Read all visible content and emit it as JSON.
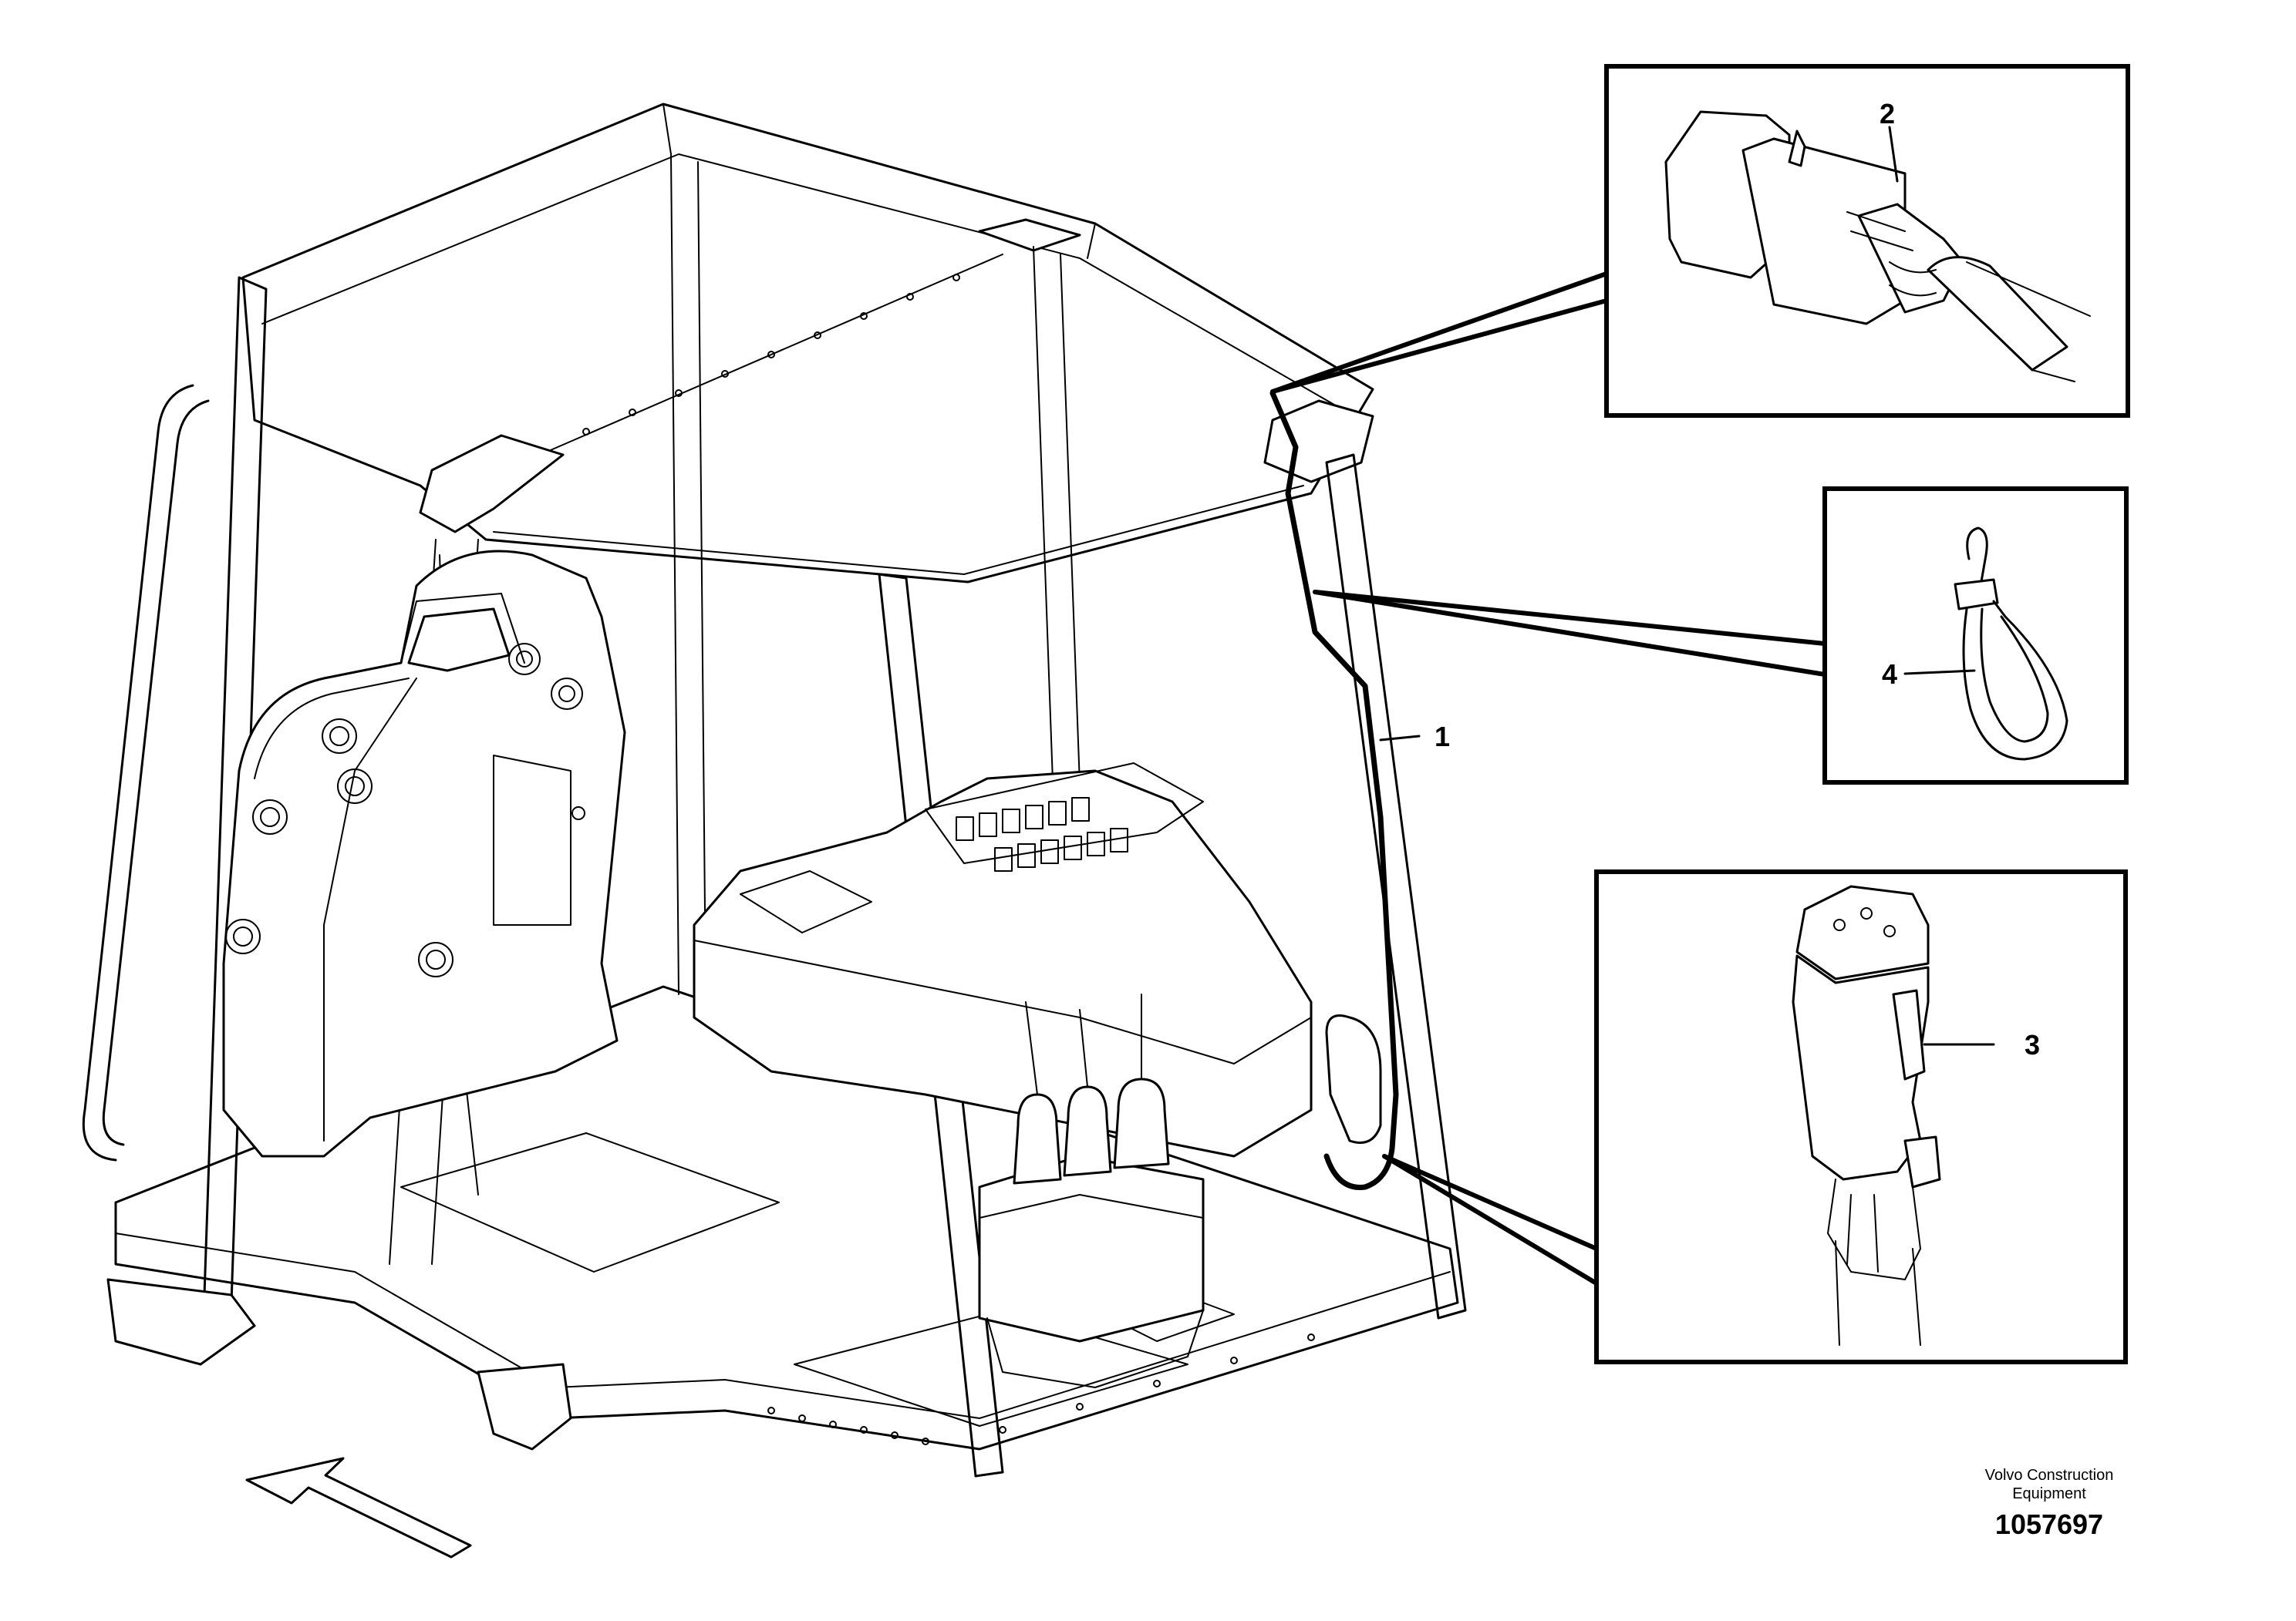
{
  "callouts": {
    "harness": "1",
    "connector_plug": "2",
    "connector_socket": "3",
    "cable_tie": "4"
  },
  "footer": {
    "brand_line1": "Volvo Construction",
    "brand_line2": "Equipment",
    "document_number": "1057697"
  }
}
